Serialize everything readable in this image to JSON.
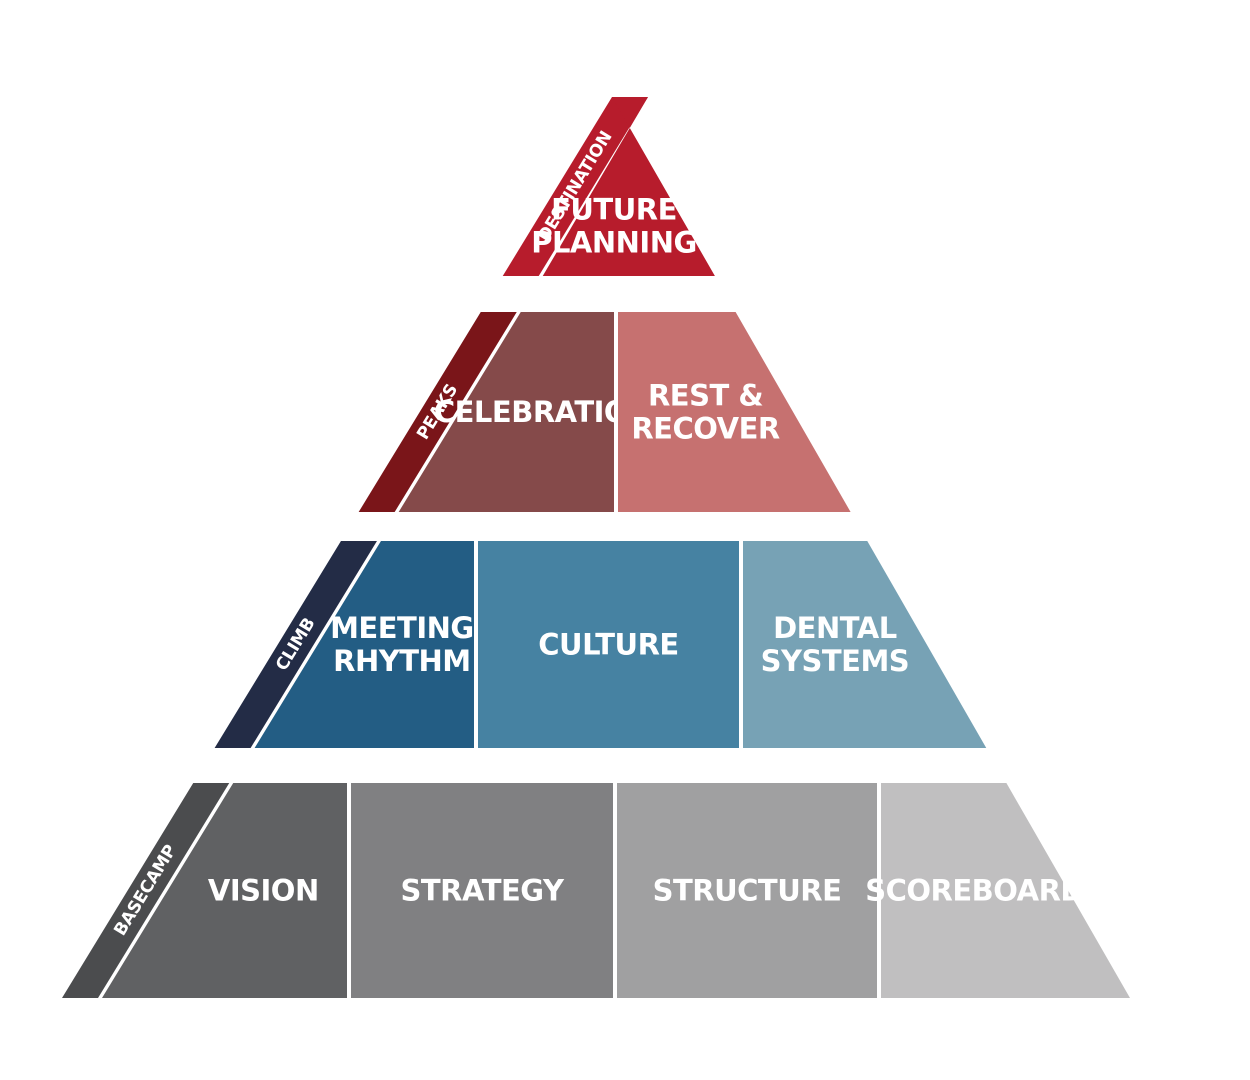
{
  "tiers": [
    {
      "stage": "DESTINATION",
      "stripe_color": "#b71c2c",
      "blocks": [
        {
          "label": [
            "FUTURE",
            "PLANNING"
          ],
          "color": "#b71c2c"
        }
      ]
    },
    {
      "stage": "PEAKS",
      "stripe_color": "#7a1519",
      "blocks": [
        {
          "label": [
            "CELEBRATION"
          ],
          "color": "#854a4a"
        },
        {
          "label": [
            "REST &",
            "RECOVER"
          ],
          "color": "#c67170"
        }
      ]
    },
    {
      "stage": "CLIMB",
      "stripe_color": "#232c46",
      "blocks": [
        {
          "label": [
            "MEETING",
            "RHYTHM"
          ],
          "color": "#235d84"
        },
        {
          "label": [
            "CULTURE"
          ],
          "color": "#4682a2"
        },
        {
          "label": [
            "DENTAL",
            "SYSTEMS"
          ],
          "color": "#77a2b5"
        }
      ]
    },
    {
      "stage": "BASECAMP",
      "stripe_color": "#4b4c4e",
      "blocks": [
        {
          "label": [
            "VISION"
          ],
          "color": "#606163"
        },
        {
          "label": [
            "STRATEGY"
          ],
          "color": "#808082"
        },
        {
          "label": [
            "STRUCTURE"
          ],
          "color": "#a0a0a1"
        },
        {
          "label": [
            "SCOREBOARD"
          ],
          "color": "#c0bfc0"
        }
      ]
    }
  ]
}
